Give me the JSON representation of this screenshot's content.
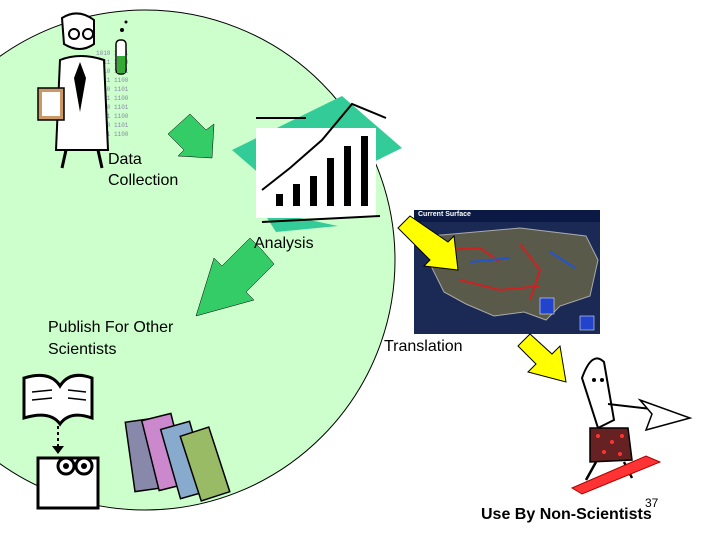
{
  "labels": {
    "data_collection": [
      "Data",
      "Collection"
    ],
    "analysis": "Analysis",
    "publish": [
      "Publish For Other",
      "Scientists"
    ],
    "translation": "Translation",
    "use_by": "Use By Non-Scientists"
  },
  "weather_map": {
    "title": "Current Surface"
  },
  "page_number": "37",
  "colors": {
    "circle_fill": "#ccffcc",
    "arrow_green": "#33cc66",
    "arrow_yellow": "#ffff00",
    "chart_panel": "#33cc99"
  },
  "icons": [
    "scientist-icon",
    "chart-icon",
    "weather-map-image",
    "book-icon",
    "books-icon",
    "reader-icon",
    "surfer-icon"
  ]
}
